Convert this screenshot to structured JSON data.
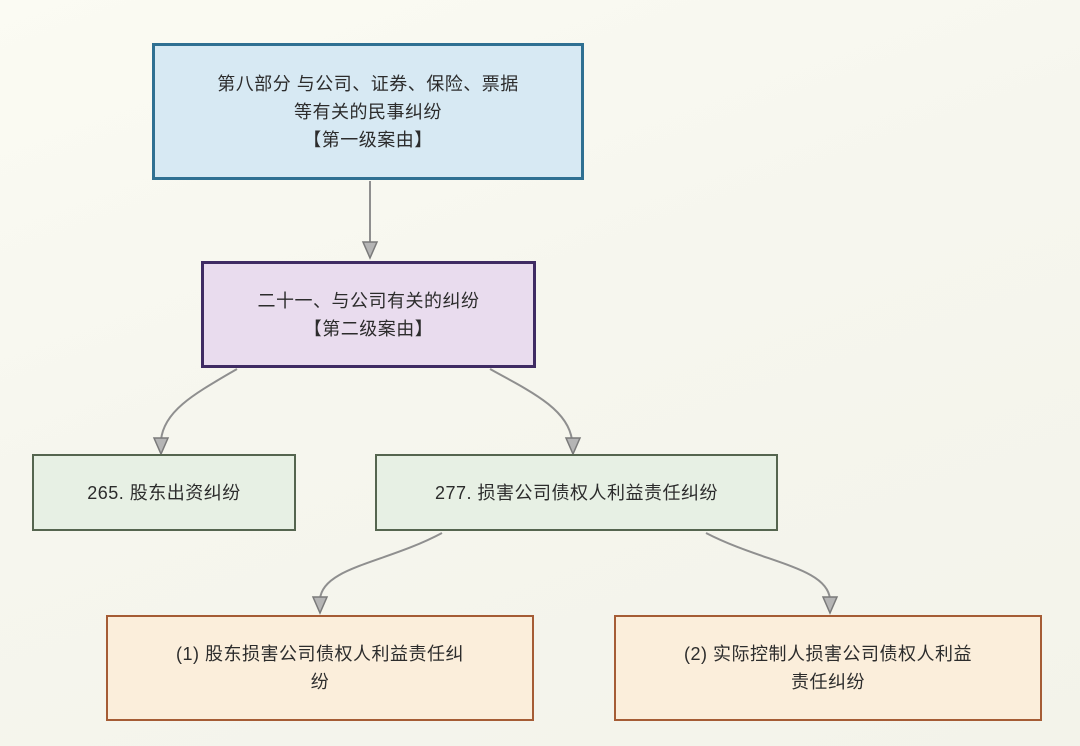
{
  "diagram": {
    "background_color": "#f6f6ee",
    "arrow_color": "#8f8f8f",
    "nodes": {
      "level1": {
        "lines": [
          "第八部分 与公司、证券、保险、票据",
          "等有关的民事纠纷",
          "【第一级案由】"
        ],
        "fill_color": "#d7e9f3",
        "border_color": "#2f7092"
      },
      "level2": {
        "lines": [
          "二十一、与公司有关的纠纷",
          "【第二级案由】"
        ],
        "fill_color": "#e9dcee",
        "border_color": "#3f2b63"
      },
      "case265": {
        "label": "265. 股东出资纠纷",
        "fill_color": "#e7f0e4",
        "border_color": "#55654f"
      },
      "case277": {
        "label": "277. 损害公司债权人利益责任纠纷",
        "fill_color": "#e7f0e4",
        "border_color": "#55654f"
      },
      "sub1": {
        "lines": [
          "(1) 股东损害公司债权人利益责任纠",
          "纷"
        ],
        "fill_color": "#fbeedb",
        "border_color": "#a55c35"
      },
      "sub2": {
        "lines": [
          "(2) 实际控制人损害公司债权人利益",
          "责任纠纷"
        ],
        "fill_color": "#fbeedb",
        "border_color": "#a55c35"
      }
    },
    "edges": [
      {
        "from": "level1",
        "to": "level2"
      },
      {
        "from": "level2",
        "to": "case265"
      },
      {
        "from": "level2",
        "to": "case277"
      },
      {
        "from": "case277",
        "to": "sub1"
      },
      {
        "from": "case277",
        "to": "sub2"
      }
    ]
  }
}
